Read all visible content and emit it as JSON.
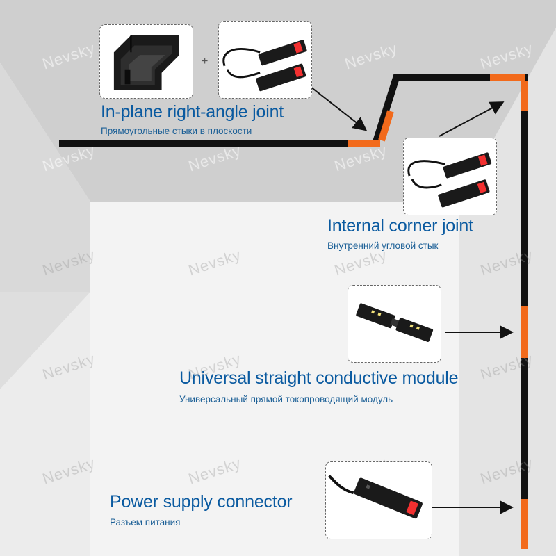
{
  "watermark": "Nevsky",
  "colors": {
    "track": "#111111",
    "accent": "#f26a1b",
    "label": "#0a5aa0"
  },
  "items": {
    "inplane": {
      "title": "In-plane right-angle joint",
      "subtitle": "Прямоугольные стыки в плоскости",
      "icons": [
        "corner-connector-icon",
        "flex-cable-connector-icon"
      ]
    },
    "internal": {
      "title": "Internal corner joint",
      "subtitle": "Внутренний угловой стык",
      "icons": [
        "flex-cable-connector-icon"
      ]
    },
    "straight": {
      "title": "Universal straight conductive module",
      "subtitle": "Универсальный прямой токопроводящий модуль",
      "icons": [
        "straight-connector-icon"
      ]
    },
    "power": {
      "title": "Power supply connector",
      "subtitle": "Разъем питания",
      "icons": [
        "power-connector-icon"
      ]
    }
  },
  "plus_sign": "+"
}
